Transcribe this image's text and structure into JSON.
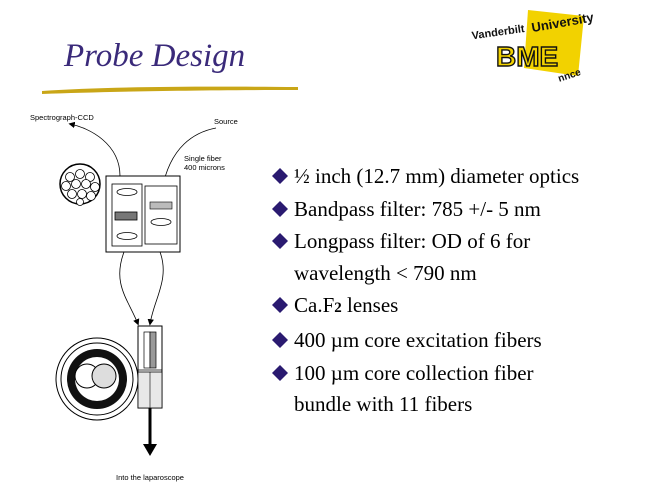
{
  "slide": {
    "title": "Probe Design"
  },
  "logo": {
    "line1": "Vanderbilt",
    "line2": "University",
    "word": "BME",
    "tail": "nnce"
  },
  "diagram": {
    "label_spectrograph": "Spectrograph-CCD",
    "label_source": "Source",
    "label_single_fiber_1": "Single fiber",
    "label_single_fiber_2": "400 microns",
    "label_into": "Into the laparoscope"
  },
  "bullets": [
    {
      "line1": "½ inch (12.7 mm) diameter optics"
    },
    {
      "line1": "Bandpass filter: 785 +/- 5 nm"
    },
    {
      "line1": "Longpass filter: OD of 6 for",
      "line2": "wavelength < 790 nm"
    },
    {
      "pre": "Ca.F",
      "sub": "2",
      "post": " lenses"
    },
    {
      "line1": "400 µm core excitation fibers"
    },
    {
      "line1": "100 µm core collection fiber",
      "line2": "bundle with 11 fibers"
    }
  ],
  "colors": {
    "title": "#3a2a7a",
    "underline": "#c9a617",
    "bullet": "#2a1a70",
    "logo_yellow": "#f2d200"
  }
}
